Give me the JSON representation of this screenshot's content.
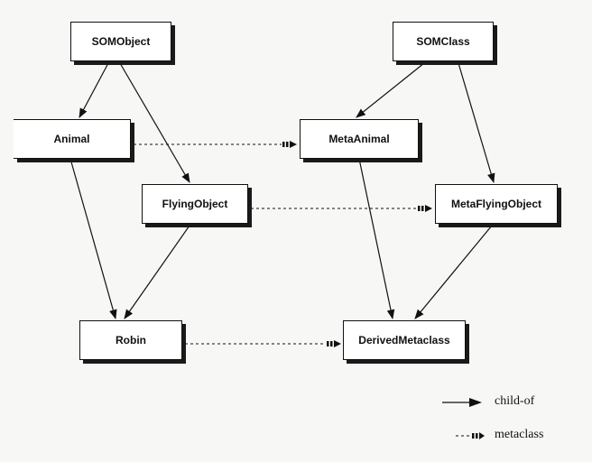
{
  "nodes": {
    "somobject": "SOMObject",
    "somclass": "SOMClass",
    "animal": "Animal",
    "metaanimal": "MetaAnimal",
    "flyingobject": "FlyingObject",
    "metaflyingobject": "MetaFlyingObject",
    "robin": "Robin",
    "derivedmetaclass": "DerivedMetaclass"
  },
  "legend": {
    "child_of": "child-of",
    "metaclass": "metaclass"
  },
  "colors": {
    "line": "#111111",
    "node_fill": "#ffffff",
    "background": "#f7f7f5"
  }
}
